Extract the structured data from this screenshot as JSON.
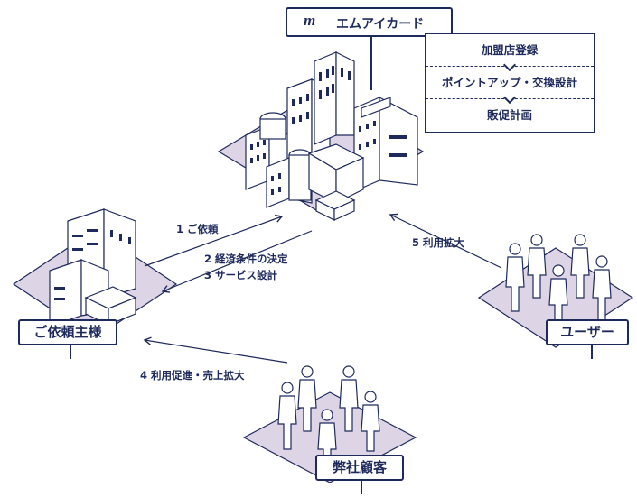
{
  "company": {
    "logo_mark": "m",
    "name": "エムアイカード"
  },
  "services": [
    "加盟店登録",
    "ポイントアップ・交換設計",
    "販促計画"
  ],
  "nodes": {
    "client": "ご依頼主様",
    "user": "ユーザー",
    "customers": "弊社顧客"
  },
  "flows": {
    "request": "1 ご依頼",
    "contract": "2 経済条件の決定",
    "service_design": "3 サービス設計",
    "promotion": "4 利用促進・売上拡大",
    "expand": "5 利用拡大"
  },
  "colors": {
    "ink": "#1f2a5c",
    "ground": "#ddd5e6",
    "white": "#ffffff"
  }
}
